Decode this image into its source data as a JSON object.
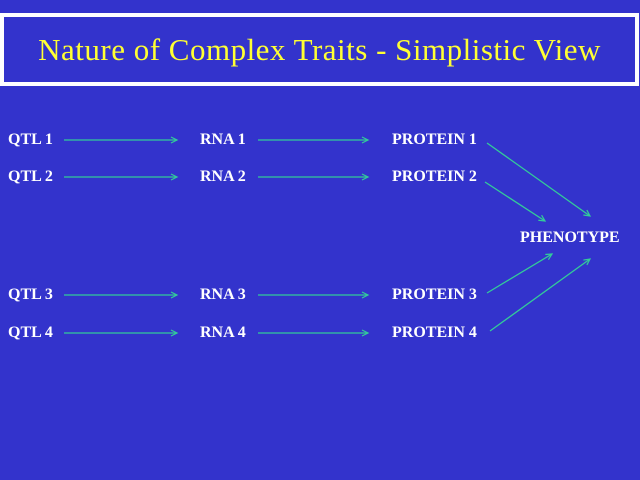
{
  "slide": {
    "title": "Nature of Complex Traits - Simplistic View",
    "phenotype_label": "PHENOTYPE",
    "rows": [
      {
        "qtl": "QTL 1",
        "rna": "RNA 1",
        "protein": "PROTEIN 1"
      },
      {
        "qtl": "QTL 2",
        "rna": "RNA 2",
        "protein": "PROTEIN 2"
      },
      {
        "qtl": "QTL 3",
        "rna": "RNA 3",
        "protein": "PROTEIN 3"
      },
      {
        "qtl": "QTL 4",
        "rna": "RNA 4",
        "protein": "PROTEIN 4"
      }
    ],
    "connections": [
      {
        "from": "QTL 1",
        "to": "RNA 1"
      },
      {
        "from": "QTL 2",
        "to": "RNA 2"
      },
      {
        "from": "QTL 3",
        "to": "RNA 3"
      },
      {
        "from": "QTL 4",
        "to": "RNA 4"
      },
      {
        "from": "RNA 1",
        "to": "PROTEIN 1"
      },
      {
        "from": "RNA 2",
        "to": "PROTEIN 2"
      },
      {
        "from": "RNA 3",
        "to": "PROTEIN 3"
      },
      {
        "from": "RNA 4",
        "to": "PROTEIN 4"
      },
      {
        "from": "PROTEIN 1",
        "to": "PHENOTYPE"
      },
      {
        "from": "PROTEIN 2",
        "to": "PHENOTYPE"
      },
      {
        "from": "PROTEIN 3",
        "to": "PHENOTYPE"
      },
      {
        "from": "PROTEIN 4",
        "to": "PHENOTYPE"
      }
    ],
    "colors": {
      "background": "#3333CC",
      "frame": "#FFFFFF",
      "title_text": "#FFFF33",
      "label_text": "#FFFFFF",
      "arrow": "#33CC99"
    }
  }
}
